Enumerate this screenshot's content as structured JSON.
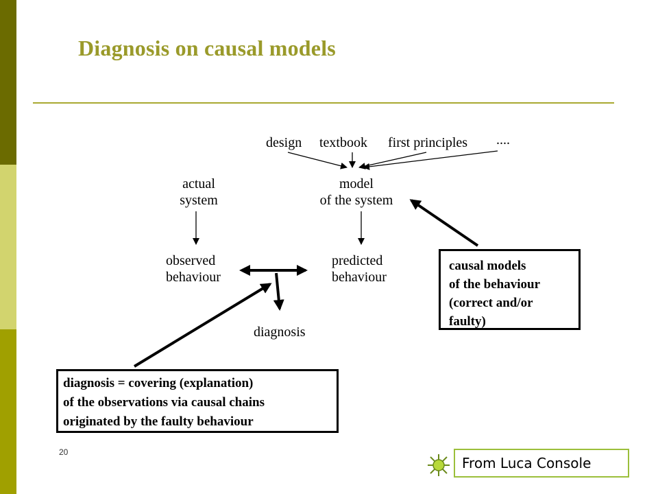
{
  "slide": {
    "title": "Diagnosis on causal models",
    "number": "20",
    "credit": "From Luca Console"
  },
  "sources": {
    "design": "design",
    "textbook": "textbook",
    "first_principles": "first principles",
    "more": "...."
  },
  "nodes": {
    "actual_system": [
      "actual",
      "system"
    ],
    "model": [
      "model",
      "of the system"
    ],
    "observed": [
      "observed",
      "behaviour"
    ],
    "predicted": [
      "predicted",
      "behaviour"
    ],
    "diagnosis": "diagnosis"
  },
  "boxes": {
    "causal": [
      "causal models",
      "of the behaviour",
      "(correct and/or",
      "faulty)"
    ],
    "definition": [
      "diagnosis = covering (explanation)",
      "of the observations via causal chains",
      "originated by the faulty behaviour"
    ]
  },
  "colors": {
    "title": "#9a9a2a",
    "band_dark": "#6b6b00",
    "band_light": "#d2d46e",
    "band_mid": "#a0a000",
    "credit_border": "#9bbf3a"
  }
}
